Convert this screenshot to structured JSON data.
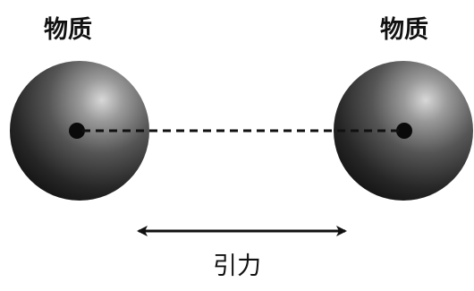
{
  "labels": {
    "left_mass": "物质",
    "right_mass": "物质",
    "force": "引力"
  },
  "colors": {
    "sphere_highlight": "#cfcfcf",
    "sphere_mid": "#5a5a5a",
    "sphere_dark": "#111111",
    "line": "#111111"
  }
}
